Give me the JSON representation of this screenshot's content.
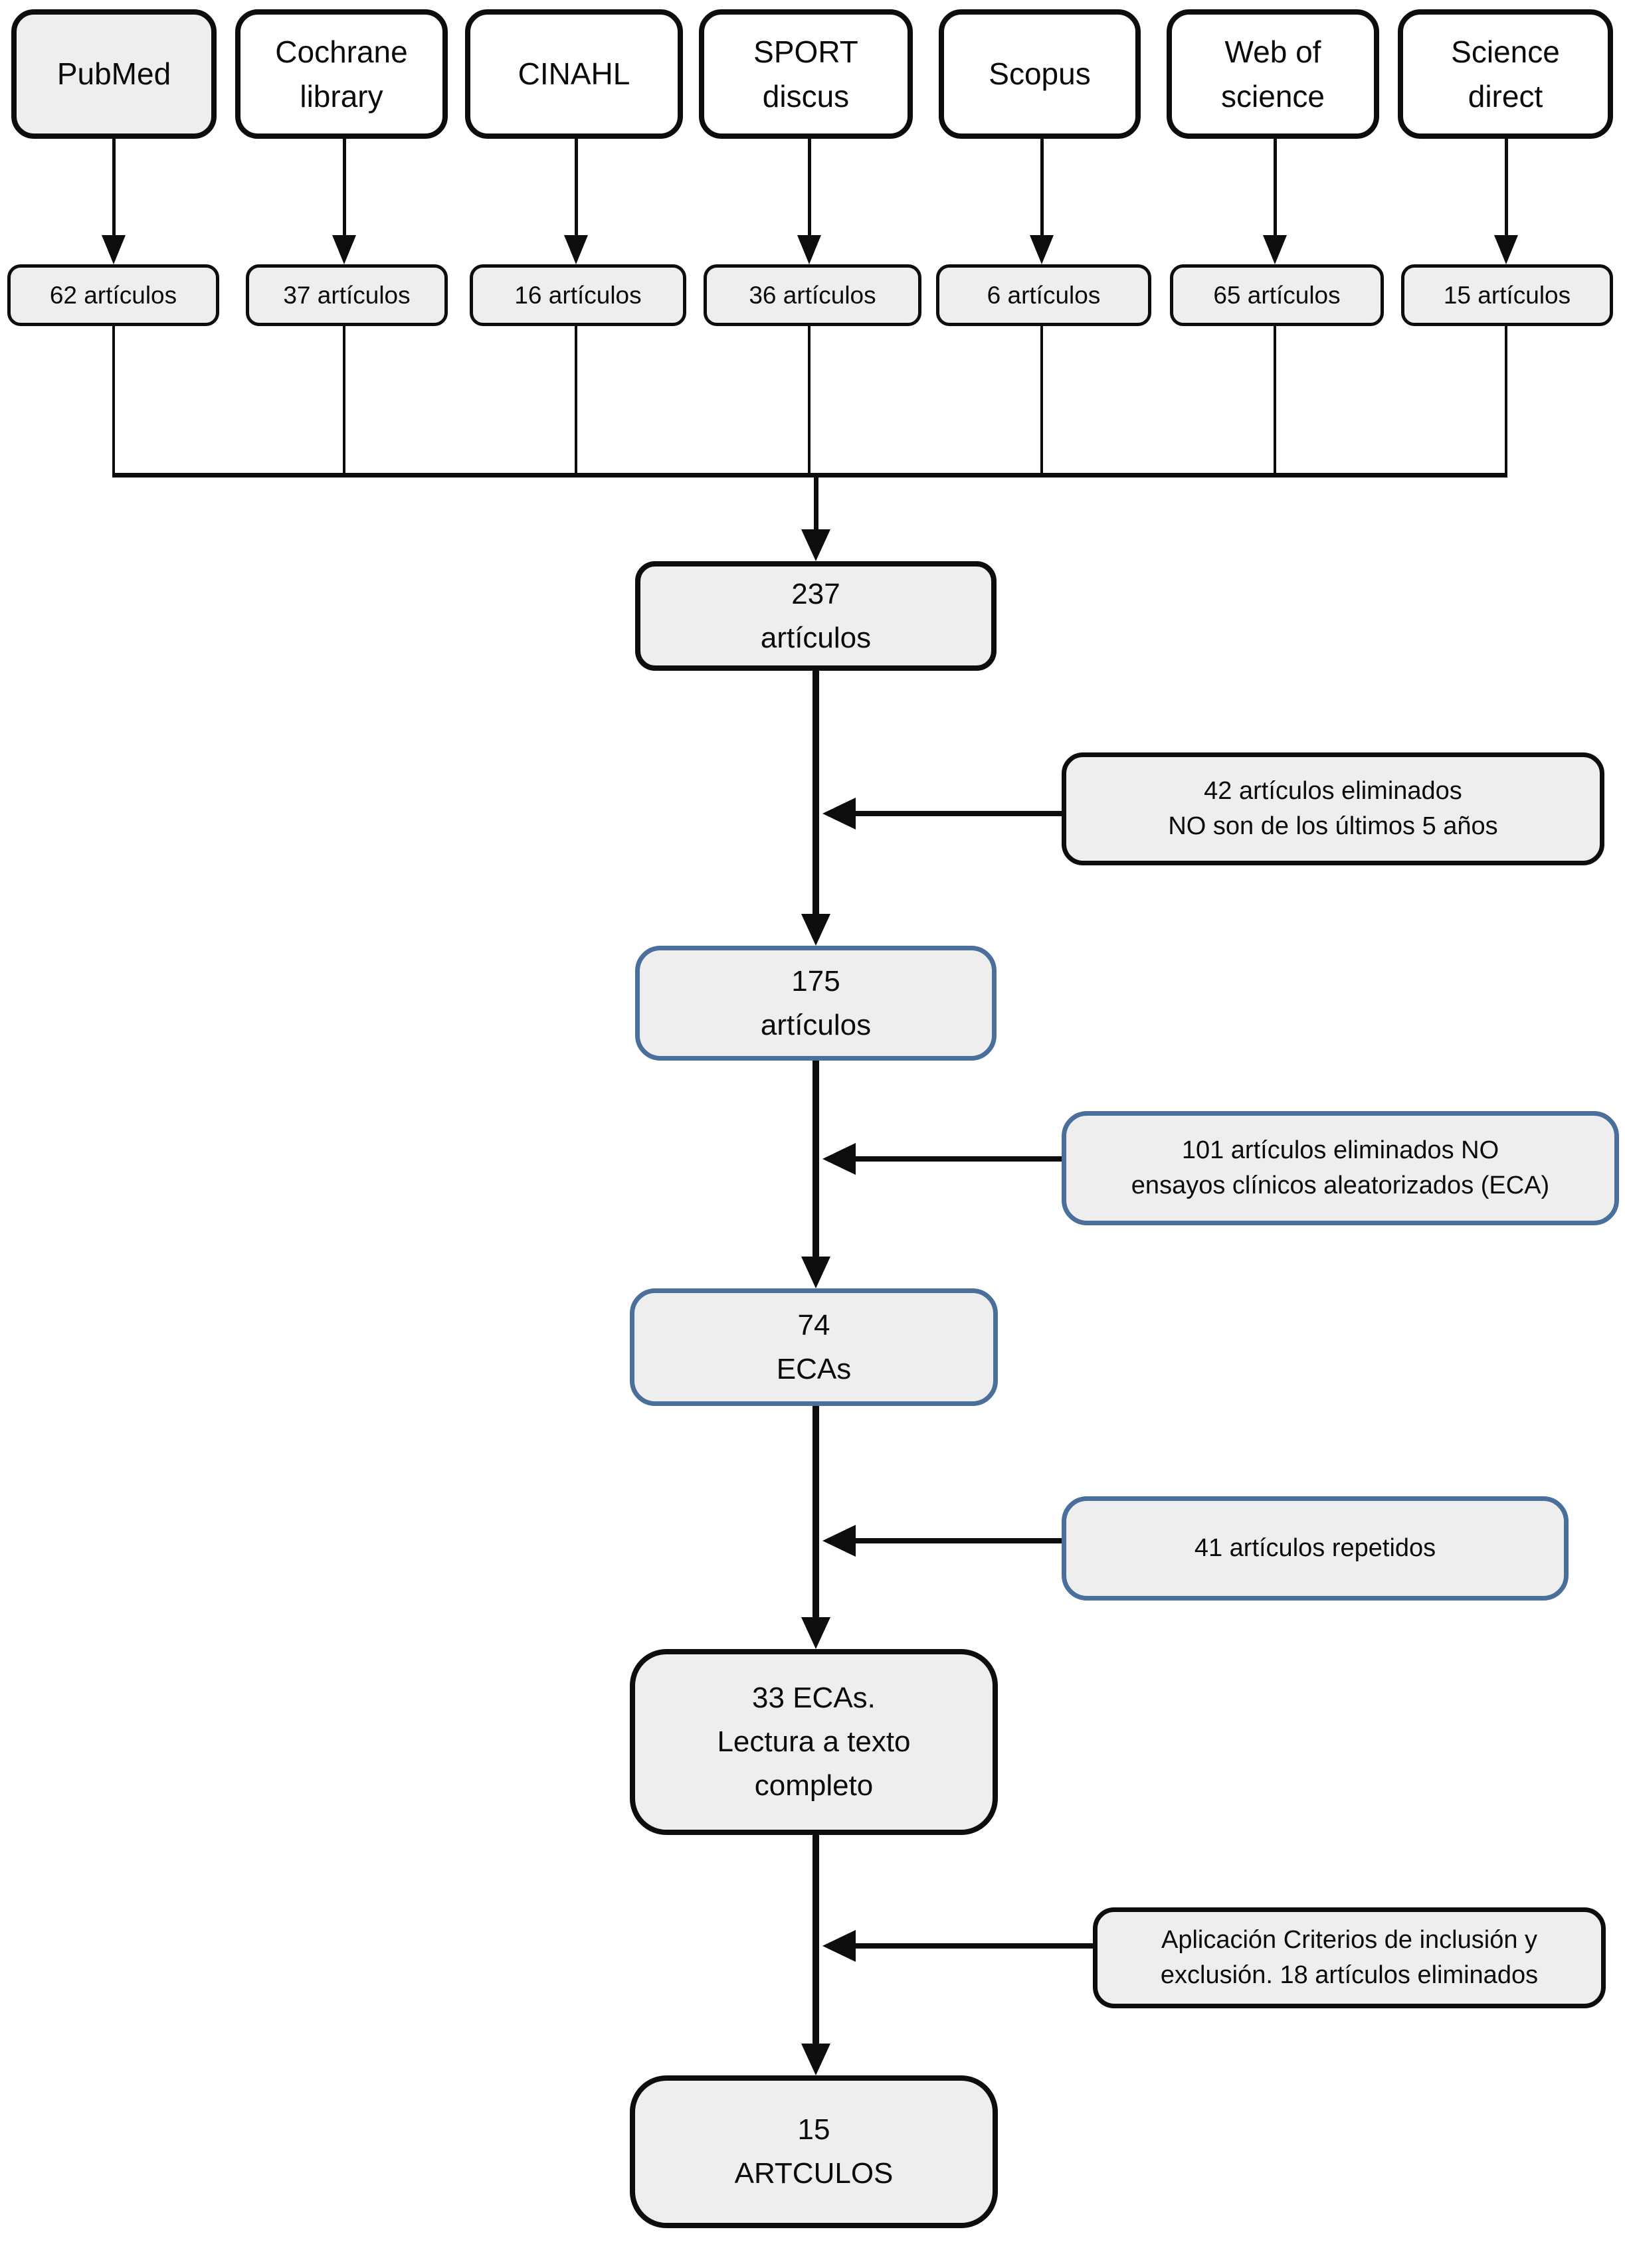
{
  "diagram": {
    "colors": {
      "box_fill_gray": "#eeeeef",
      "border_black": "#0d0d0d",
      "border_blue": "#4a6f9b",
      "background": "#ffffff"
    },
    "sources": [
      {
        "label": "PubMed",
        "count": "62 artículos"
      },
      {
        "label": "Cochrane\nlibrary",
        "count": "37 artículos"
      },
      {
        "label": "CINAHL",
        "count": "16 artículos"
      },
      {
        "label": "SPORT\ndiscus",
        "count": "36 artículos"
      },
      {
        "label": "Scopus",
        "count": "6 artículos"
      },
      {
        "label": "Web of\nscience",
        "count": "65 artículos"
      },
      {
        "label": "Science\ndirect",
        "count": "15  artículos"
      }
    ],
    "stages": [
      {
        "label": "237\nartículos"
      },
      {
        "label": "175\nartículos"
      },
      {
        "label": "74\nECAs"
      },
      {
        "label": "33 ECAs.\nLectura a texto\ncompleto"
      },
      {
        "label": "15\nARTCULOS"
      }
    ],
    "exclusions": [
      {
        "label": "42 artículos eliminados\nNO son de los últimos 5 años"
      },
      {
        "label": "101 artículos eliminados NO\nensayos clínicos aleatorizados (ECA)"
      },
      {
        "label": "41 artículos repetidos"
      },
      {
        "label": "Aplicación Criterios de inclusión y\nexclusión. 18 artículos eliminados"
      }
    ]
  }
}
